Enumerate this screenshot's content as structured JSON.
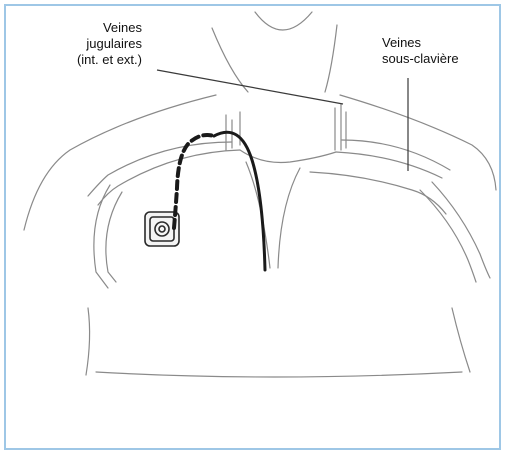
{
  "labels": {
    "jugular": {
      "line1": "Veines",
      "line2": "jugulaires",
      "line3": "(int. et ext.)"
    },
    "subclavian": {
      "line1": "Veines",
      "line2": "sous-clavière"
    }
  },
  "colors": {
    "frame_border": "#9ec7e6",
    "sketch_line": "#8a8a8a",
    "catheter": "#1a1a1a",
    "leader_line": "#3a3a3a"
  }
}
